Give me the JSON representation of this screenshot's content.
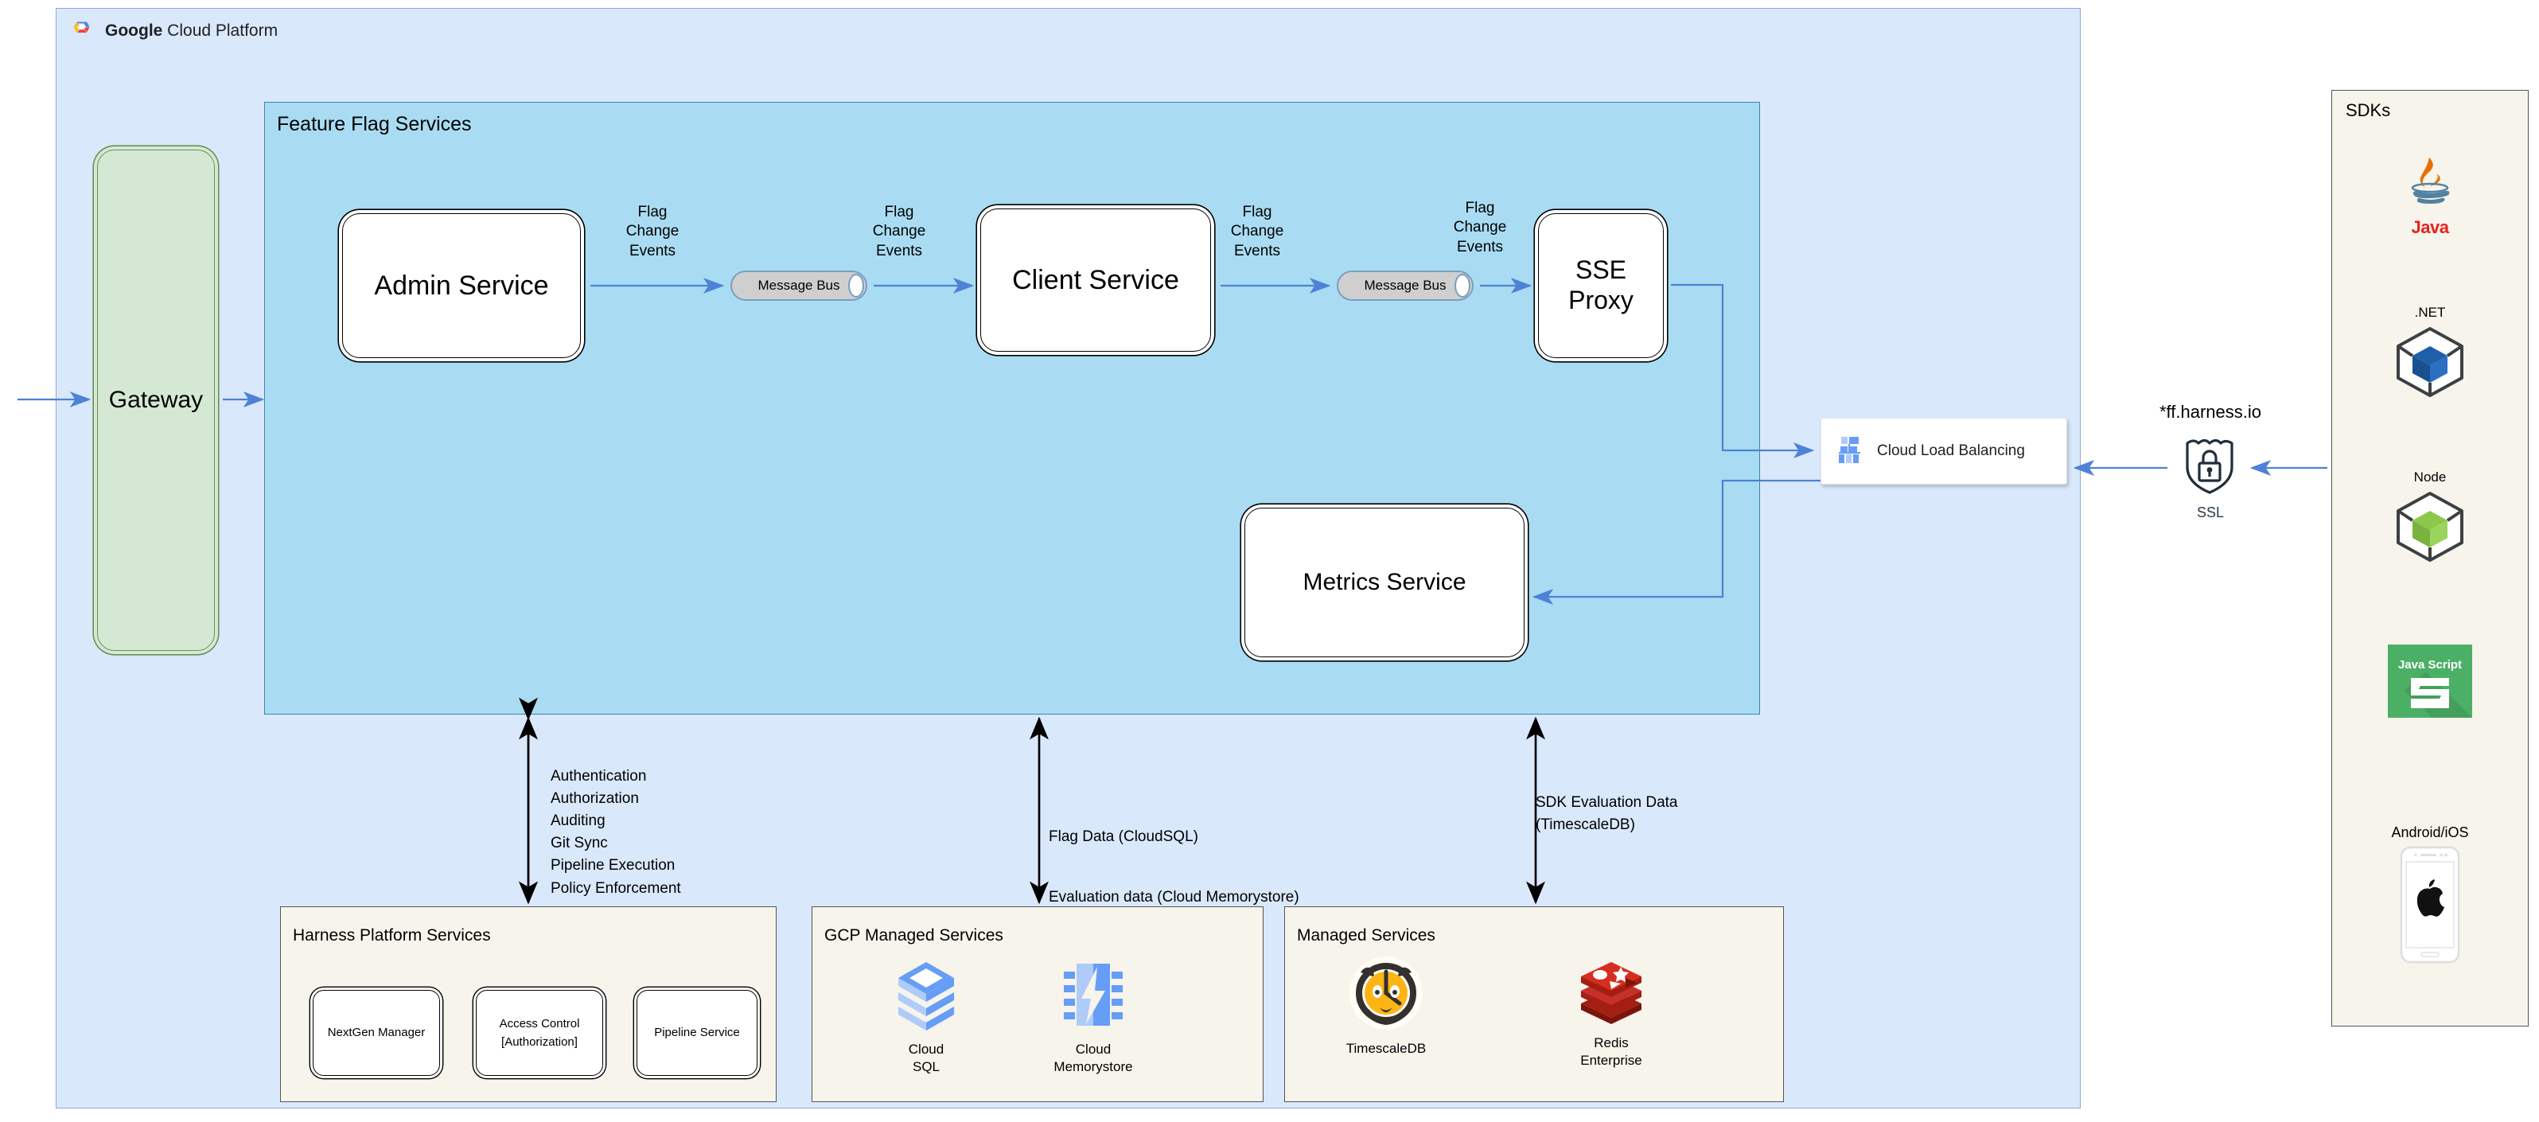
{
  "platform": {
    "title_bold": "Google",
    "title_rest": " Cloud Platform",
    "logo_icon": "google-cloud-logo-icon",
    "bg_color": "#dae8fc"
  },
  "gateway": {
    "label": "Gateway",
    "fill": "#d5e8d4",
    "stroke": "#6a9153"
  },
  "feature_flag_services": {
    "title": "Feature Flag Services",
    "bg_color": "#a9dcf2",
    "services": [
      {
        "name": "admin-service",
        "label": "Admin Service"
      },
      {
        "name": "client-service",
        "label": "Client Service"
      },
      {
        "name": "sse-proxy",
        "label": "SSE\nProxy"
      },
      {
        "name": "metrics-service",
        "label": "Metrics Service"
      }
    ],
    "message_buses": [
      {
        "name": "message-bus-1",
        "label": "Message Bus"
      },
      {
        "name": "message-bus-2",
        "label": "Message Bus"
      }
    ],
    "edge_labels": [
      "Flag\nChange\nEvents",
      "Flag\nChange\nEvents",
      "Flag\nChange\nEvents",
      "Flag\nChange\nEvents"
    ]
  },
  "load_balancer": {
    "label": "Cloud Load Balancing",
    "icon": "cloud-load-balancing-icon"
  },
  "edge": {
    "domain": "*ff.harness.io",
    "ssl_label": "SSL",
    "ssl_icon": "ssl-shield-lock-icon"
  },
  "connector_notes": {
    "harness": "Authentication\nAuthorization\nAuditing\nGit Sync\nPipeline Execution\nPolicy Enforcement",
    "gcp_line1": "Flag Data (CloudSQL)",
    "gcp_line2": "Evaluation data (Cloud Memorystore)",
    "managed": "SDK Evaluation Data\n(TimescaleDB)"
  },
  "bottom_panels": [
    {
      "name": "harness-platform-services",
      "title": "Harness Platform Services",
      "items": [
        {
          "name": "nextgen-manager",
          "label": "NextGen Manager"
        },
        {
          "name": "access-control",
          "label": "Access Control\n[Authorization]"
        },
        {
          "name": "pipeline-service",
          "label": "Pipeline Service"
        }
      ]
    },
    {
      "name": "gcp-managed-services",
      "title": "GCP Managed Services",
      "items": [
        {
          "name": "cloud-sql",
          "label": "Cloud\nSQL",
          "icon": "cloud-sql-icon"
        },
        {
          "name": "cloud-memorystore",
          "label": "Cloud\nMemorystore",
          "icon": "cloud-memorystore-icon"
        }
      ]
    },
    {
      "name": "managed-services",
      "title": "Managed Services",
      "items": [
        {
          "name": "timescaledb",
          "label": "TimescaleDB",
          "icon": "timescaledb-tiger-icon"
        },
        {
          "name": "redis-enterprise",
          "label": "Redis\nEnterprise",
          "icon": "redis-stack-icon"
        }
      ]
    }
  ],
  "sdks": {
    "title": "SDKs",
    "items": [
      {
        "name": "java-sdk",
        "caption": "",
        "icon": "java-logo-icon",
        "wordmark": "Java"
      },
      {
        "name": "dotnet-sdk",
        "caption": ".NET",
        "icon": "dotnet-cube-icon"
      },
      {
        "name": "node-sdk",
        "caption": "Node",
        "icon": "node-cube-icon"
      },
      {
        "name": "javascript-sdk",
        "caption": "",
        "icon": "javascript-logo-icon",
        "wordmark": "Java Script"
      },
      {
        "name": "mobile-sdk",
        "caption": "Android/iOS",
        "icon": "phone-apple-icon"
      }
    ]
  },
  "colors": {
    "arrow_blue": "#4d82d6",
    "arrow_black": "#000000",
    "panel_bg": "#f7f4ec",
    "java_red": "#e76f00",
    "node_green": "#8cc84b",
    "redis_red": "#c32b23",
    "timescale_orange": "#fdb515",
    "gcp_blue": "#669df6"
  }
}
